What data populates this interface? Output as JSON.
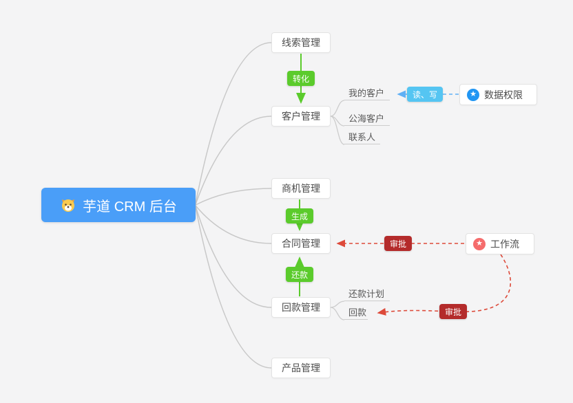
{
  "colors": {
    "background": "#f4f4f5",
    "root_bg": "#4a9ef8",
    "node_border": "#e3e3e3",
    "gray_line": "#c8c8c8",
    "green": "#5bcb2c",
    "blue_badge": "#55c5f2",
    "blue_line": "#5fb0f5",
    "red_badge": "#b42b2b",
    "red_line": "#dd4a3a",
    "data_permission_icon_bg": "#2196f3",
    "workflow_icon_bg": "#f56c6c"
  },
  "root": {
    "label": "芋道 CRM 后台",
    "logo_icon": "dog-logo-icon"
  },
  "nodes": {
    "leads": {
      "label": "线索管理"
    },
    "customers": {
      "label": "客户管理"
    },
    "opportunities": {
      "label": "商机管理"
    },
    "contracts": {
      "label": "合同管理"
    },
    "payments": {
      "label": "回款管理"
    },
    "products": {
      "label": "产品管理"
    }
  },
  "subnodes": {
    "my_customers": {
      "label": "我的客户"
    },
    "public_customers": {
      "label": "公海客户"
    },
    "contacts": {
      "label": "联系人"
    },
    "repayment_plan": {
      "label": "还款计划"
    },
    "repayment": {
      "label": "回款"
    }
  },
  "edge_labels": {
    "convert": "转化",
    "generate": "生成",
    "repay": "还款",
    "read_write": "读、写",
    "approve_contract": "审批",
    "approve_repayment": "审批"
  },
  "side_nodes": {
    "data_permission": {
      "label": "数据权限",
      "icon": "star-icon"
    },
    "workflow": {
      "label": "工作流",
      "icon": "star-icon"
    }
  }
}
